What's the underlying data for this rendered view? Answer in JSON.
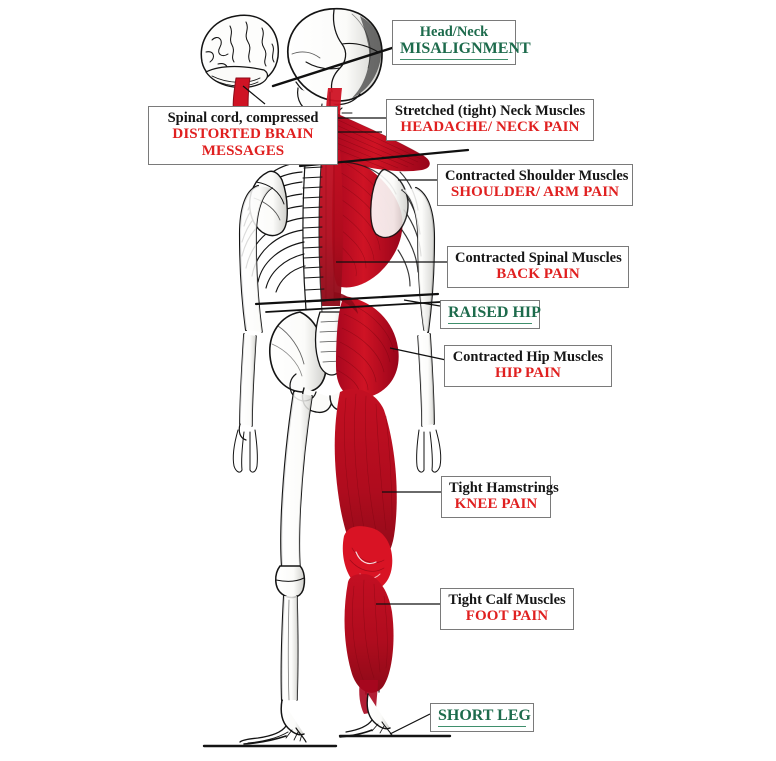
{
  "diagram": {
    "title": "Postural Misalignment and Pain Pattern Diagram",
    "subject": "human-skeleton-posterior-view",
    "colors": {
      "pain_text": "#e02020",
      "alignment_text": "#1d6b4c",
      "muscle_red": "#c8102e",
      "bone_outline": "#1a1a1a",
      "box_border": "#7a7a7a",
      "background": "#ffffff"
    },
    "callouts": [
      {
        "id": "head-neck-misalignment",
        "style": "green",
        "line1": "Head/Neck",
        "line2": "MISALIGNMENT"
      },
      {
        "id": "spinal-cord-compressed",
        "style": "red",
        "line1": "Spinal cord, compressed",
        "line2": "DISTORTED BRAIN",
        "line3": "MESSAGES"
      },
      {
        "id": "neck-muscles",
        "style": "red",
        "line1": "Stretched (tight) Neck Muscles",
        "line2": "HEADACHE/ NECK PAIN"
      },
      {
        "id": "shoulder-muscles",
        "style": "red",
        "line1": "Contracted Shoulder Muscles",
        "line2": "SHOULDER/ ARM PAIN"
      },
      {
        "id": "spinal-muscles",
        "style": "red",
        "line1": "Contracted Spinal Muscles",
        "line2": "BACK PAIN"
      },
      {
        "id": "raised-hip",
        "style": "green",
        "line2": "RAISED HIP"
      },
      {
        "id": "hip-muscles",
        "style": "red",
        "line1": "Contracted Hip Muscles",
        "line2": "HIP PAIN"
      },
      {
        "id": "hamstrings",
        "style": "red",
        "line1": "Tight Hamstrings",
        "line2": "KNEE PAIN"
      },
      {
        "id": "calf-muscles",
        "style": "red",
        "line1": "Tight Calf Muscles",
        "line2": "FOOT PAIN"
      },
      {
        "id": "short-leg",
        "style": "green",
        "line2": "SHORT LEG"
      }
    ],
    "anatomy_parts": [
      "brain-illustration",
      "red-spinal-cord",
      "skull-posterior",
      "cervical-spine",
      "thoracic-spine",
      "rib-cage",
      "scapula-left",
      "scapula-right",
      "humerus-left",
      "humerus-right",
      "radius-ulna-left",
      "radius-ulna-right",
      "hand-bones-left",
      "hand-bones-right",
      "pelvis",
      "femur-left",
      "femur-right",
      "tibia-fibula-left",
      "tibia-fibula-right",
      "foot-bones-left",
      "foot-bones-right",
      "trapezius-muscle-red",
      "latissimus-muscle-red",
      "erector-spinae-red",
      "gluteal-muscle-red",
      "hamstring-muscle-red",
      "calf-muscle-red",
      "ground-line-left",
      "ground-line-right",
      "tilt-line-head",
      "tilt-line-shoulder",
      "tilt-line-hip-upper",
      "tilt-line-hip-lower"
    ]
  }
}
